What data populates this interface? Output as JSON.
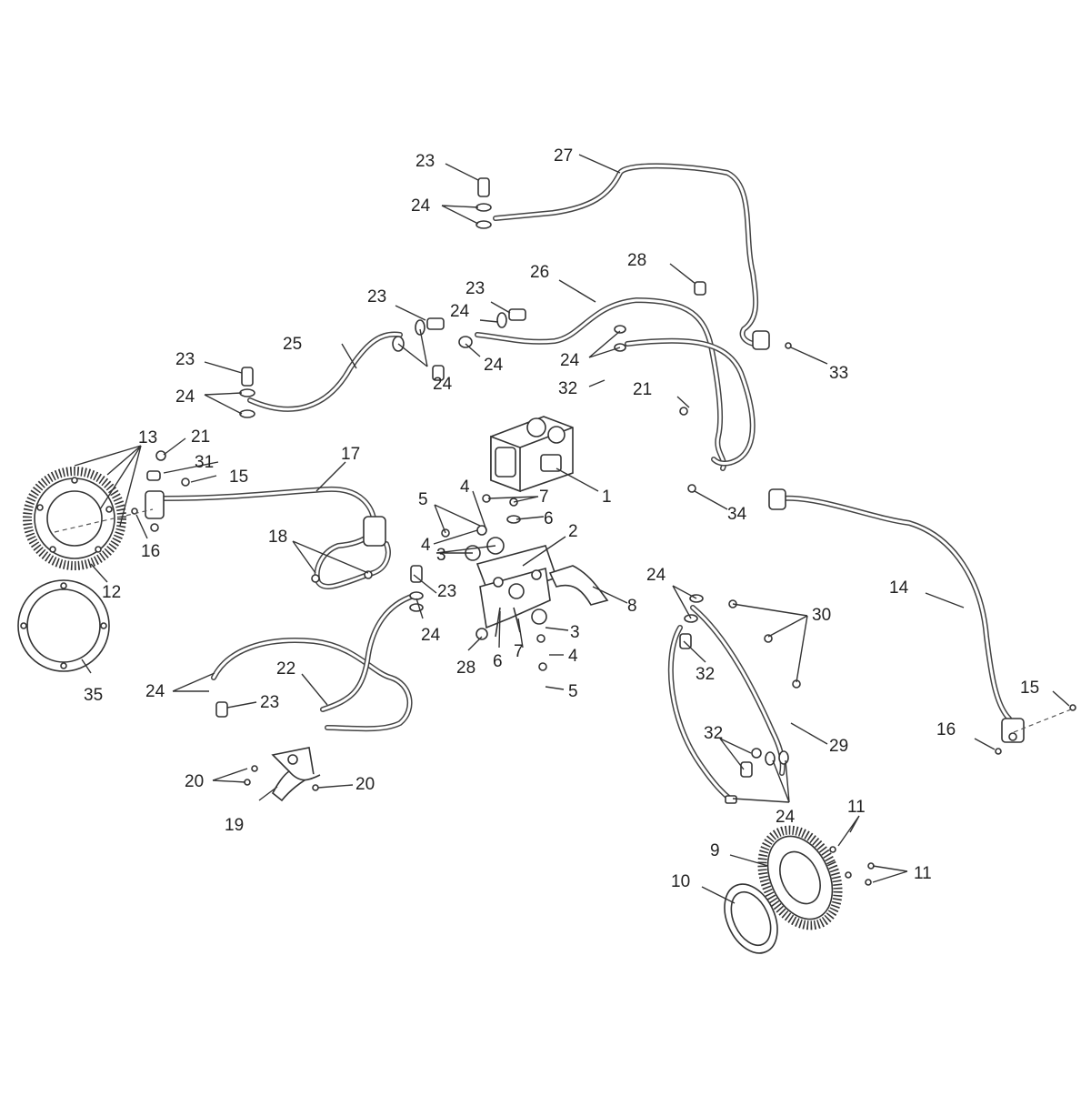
{
  "callouts": {
    "c1": "1",
    "c2": "2",
    "c3a": "3",
    "c3b": "3",
    "c4a": "4",
    "c4b": "4",
    "c4c": "4",
    "c5a": "5",
    "c5b": "5",
    "c6a": "6",
    "c6b": "6",
    "c7a": "7",
    "c7b": "7",
    "c8": "8",
    "c9": "9",
    "c10": "10",
    "c11a": "11",
    "c11b": "11",
    "c12": "12",
    "c13": "13",
    "c14": "14",
    "c15a": "15",
    "c15b": "15",
    "c16a": "16",
    "c16b": "16",
    "c17": "17",
    "c18": "18",
    "c19": "19",
    "c20a": "20",
    "c20b": "20",
    "c21a": "21",
    "c21b": "21",
    "c22": "22",
    "c23a": "23",
    "c23b": "23",
    "c23c": "23",
    "c23d": "23",
    "c23e": "23",
    "c23f": "23",
    "c24a": "24",
    "c24b": "24",
    "c24c": "24",
    "c24d": "24",
    "c24e": "24",
    "c24f": "24",
    "c24g": "24",
    "c24h": "24",
    "c24i": "24",
    "c24j": "24",
    "c25": "25",
    "c26": "26",
    "c27": "27",
    "c28a": "28",
    "c28b": "28",
    "c29": "29",
    "c30": "30",
    "c31": "31",
    "c32a": "32",
    "c32b": "32",
    "c32c": "32",
    "c33": "33",
    "c34": "34",
    "c35": "35"
  }
}
